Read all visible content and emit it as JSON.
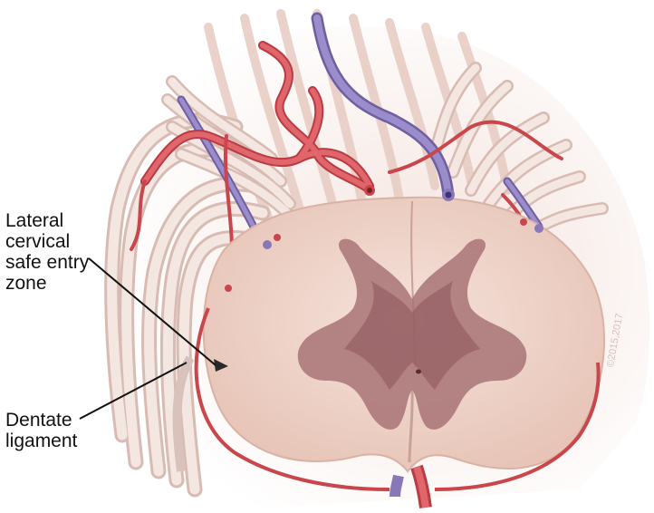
{
  "labels": {
    "entry_zone": "Lateral\ncervical\nsafe entry\nzone",
    "dentate_ligament": "Dentate\nligament"
  },
  "watermark": "©2015,2017",
  "colors": {
    "cord_tissue": "#f2d6cc",
    "gray_matter": "#9c6466",
    "artery": "#d9535a",
    "vein": "#8878b8",
    "nerve_root": "#efe0da",
    "leader_line": "#111111"
  }
}
